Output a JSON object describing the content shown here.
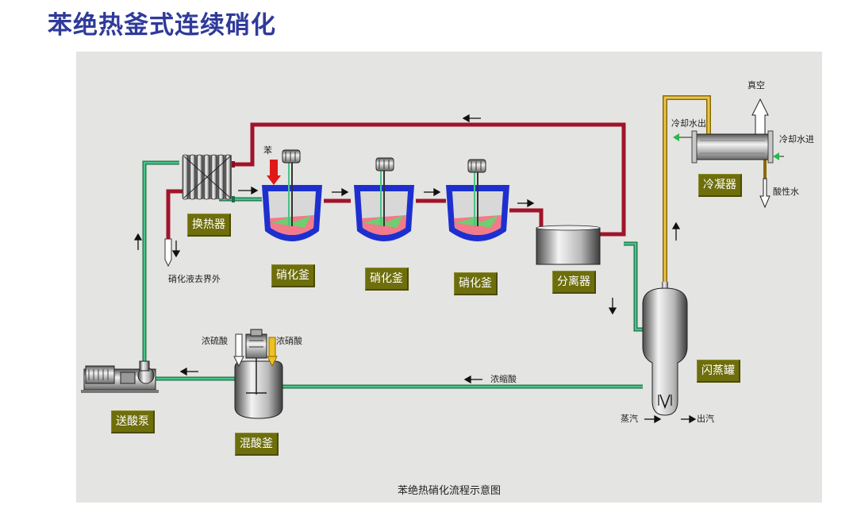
{
  "title": "苯绝热釜式连续硝化",
  "caption": "苯绝热硝化流程示意图",
  "equipment": {
    "heat_exchanger": "换热器",
    "reactor_1": "硝化釜",
    "reactor_2": "硝化釜",
    "reactor_3": "硝化釜",
    "separator": "分离器",
    "flash_tank": "闪蒸罐",
    "condenser": "冷凝器",
    "acid_pump": "送酸泵",
    "mixing_tank": "混酸釜"
  },
  "streams": {
    "benzene": "苯",
    "nitration_liquid_out": "硝化液去界外",
    "vacuum": "真空",
    "cooling_water_out": "冷却水出",
    "cooling_water_in": "冷却水进",
    "acidic_water": "酸性水",
    "conc_sulfuric": "浓硫酸",
    "conc_nitric": "浓硝酸",
    "concentrated_acid": "浓缩酸",
    "steam_in": "蒸汽",
    "steam_out": "出汽"
  },
  "colors": {
    "title": "#2f3a9a",
    "hot_line": "#a0142a",
    "acid_line": "#2e9a6a",
    "vapor_line": "#c8a028",
    "reactor_jacket": "#1e2fd0",
    "tag_bg": "#6e6e0c"
  }
}
